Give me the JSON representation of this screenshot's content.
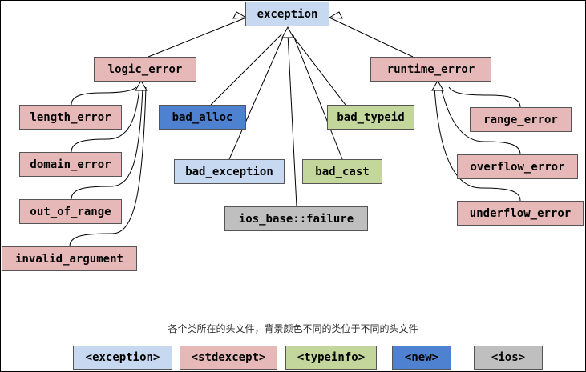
{
  "nodes": {
    "exception": "exception",
    "logic_error": "logic_error",
    "runtime_error": "runtime_error",
    "length_error": "length_error",
    "domain_error": "domain_error",
    "out_of_range": "out_of_range",
    "invalid_argument": "invalid_argument",
    "bad_alloc": "bad_alloc",
    "bad_exception": "bad_exception",
    "ios_base_failure": "ios_base::failure",
    "bad_typeid": "bad_typeid",
    "bad_cast": "bad_cast",
    "range_error": "range_error",
    "overflow_error": "overflow_error",
    "underflow_error": "underflow_error"
  },
  "caption": "各个类所在的头文件，背景颜色不同的类位于不同的头文件",
  "legend": [
    {
      "label": "<exception>",
      "header": "exception",
      "color": "#c6d9f1"
    },
    {
      "label": "<stdexcept>",
      "header": "stdexcept",
      "color": "#e6b9b8"
    },
    {
      "label": "<typeinfo>",
      "header": "typeinfo",
      "color": "#c3d69b"
    },
    {
      "label": "<new>",
      "header": "new",
      "color": "#4f81d1"
    },
    {
      "label": "<ios>",
      "header": "ios",
      "color": "#bfbfbf"
    }
  ],
  "colors": {
    "exception_header": "#c6d9f1",
    "stdexcept_header": "#e6b9b8",
    "typeinfo_header": "#c3d69b",
    "new_header": "#4f81d1",
    "ios_header": "#bfbfbf"
  }
}
